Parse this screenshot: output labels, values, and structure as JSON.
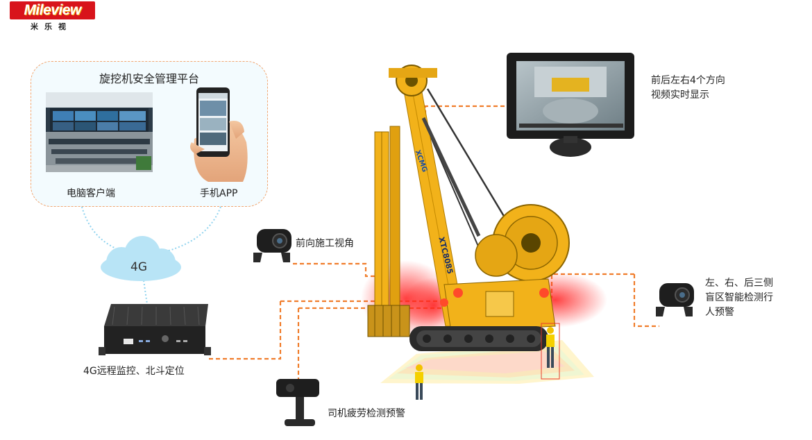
{
  "brand": {
    "logo": "Mileview",
    "subtitle": "米乐视"
  },
  "platform": {
    "title": "旋挖机安全管理平台",
    "pc_client_label": "电脑客户端",
    "mobile_app_label": "手机APP"
  },
  "network": {
    "cloud_label": "4G"
  },
  "devices": {
    "dvr_label": "4G远程监控、北斗定位",
    "front_camera_label": "前向施工视角",
    "monitor_label_line1": "前后左右4个方向",
    "monitor_label_line2": "视频实时显示",
    "side_camera_label_line1": "左、右、后三侧",
    "side_camera_label_line2": "盲区智能检测行",
    "side_camera_label_line3": "人预警",
    "fatigue_camera_label": "司机疲劳检测预警"
  },
  "machine": {
    "model_text": "XTC8085",
    "brand_text": "XCMG"
  },
  "colors": {
    "connector": "#f07c2a",
    "dotted": "#8fd3ef",
    "machine_yellow": "#f2b21a",
    "logo_red": "#d8141b"
  }
}
